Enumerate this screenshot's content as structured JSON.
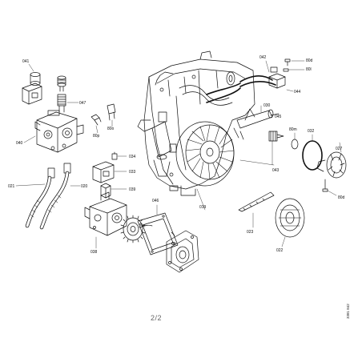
{
  "labels": {
    "p041": "041",
    "p047": "047",
    "p040": "040",
    "p021": "021",
    "p020": "020",
    "p80p": "80p",
    "p80o": "80o",
    "p034": "034",
    "p033": "033",
    "p039": "039",
    "p038": "038",
    "p046": "046",
    "p042": "042",
    "p80d_top": "80d",
    "p80l": "80l",
    "p044": "044",
    "p030": "030",
    "p045": "045",
    "p80m": "80m",
    "p032": "032",
    "p027": "027",
    "p80d_bottom": "80d",
    "p043": "043",
    "p019": "019",
    "p023": "023",
    "p022": "022"
  },
  "page_number": "2/2",
  "document_code": "3381 842"
}
